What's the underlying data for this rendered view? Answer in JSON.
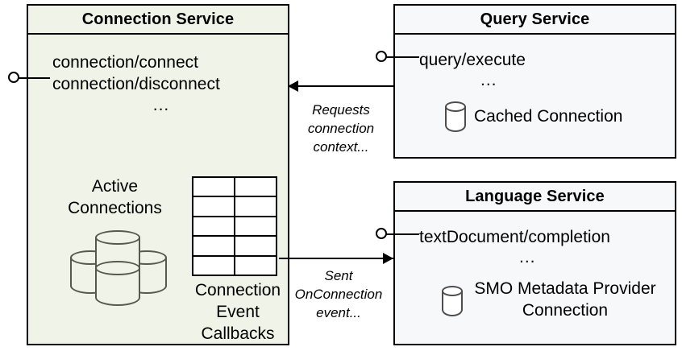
{
  "diagram": {
    "type": "uml-component-diagram",
    "components": [
      {
        "id": "connection-service",
        "title": "Connection Service",
        "fill": "#f0f3e7",
        "operations": [
          "connection/connect",
          "connection/disconnect"
        ],
        "ellipsis": "...",
        "inner": {
          "active_connections_label_line1": "Active",
          "active_connections_label_line2": "Connections",
          "callbacks_label_line1": "Connection",
          "callbacks_label_line2": "Event",
          "callbacks_label_line3": "Callbacks",
          "table_rows": 5,
          "table_cols": 2
        }
      },
      {
        "id": "query-service",
        "title": "Query Service",
        "fill": "#f7f8fa",
        "operations": [
          "query/execute"
        ],
        "ellipsis": "...",
        "inner": {
          "store_label": "Cached Connection"
        }
      },
      {
        "id": "language-service",
        "title": "Language Service",
        "fill": "#f7f8fa",
        "operations": [
          "textDocument/completion"
        ],
        "ellipsis": "...",
        "inner": {
          "store_label": "SMO Metadata Provider Connection"
        }
      }
    ],
    "edges": [
      {
        "id": "query-to-connection",
        "from": "query-service",
        "to": "connection-service",
        "direction": "left",
        "label": "Requests connection context..."
      },
      {
        "id": "connection-to-language",
        "from": "connection-service",
        "to": "language-service",
        "direction": "right",
        "label": "Sent OnConnection event..."
      }
    ],
    "interfaces": [
      {
        "id": "connection-service-interface",
        "owner": "connection-service"
      },
      {
        "id": "query-service-interface",
        "owner": "query-service"
      },
      {
        "id": "language-service-interface",
        "owner": "language-service"
      }
    ]
  }
}
